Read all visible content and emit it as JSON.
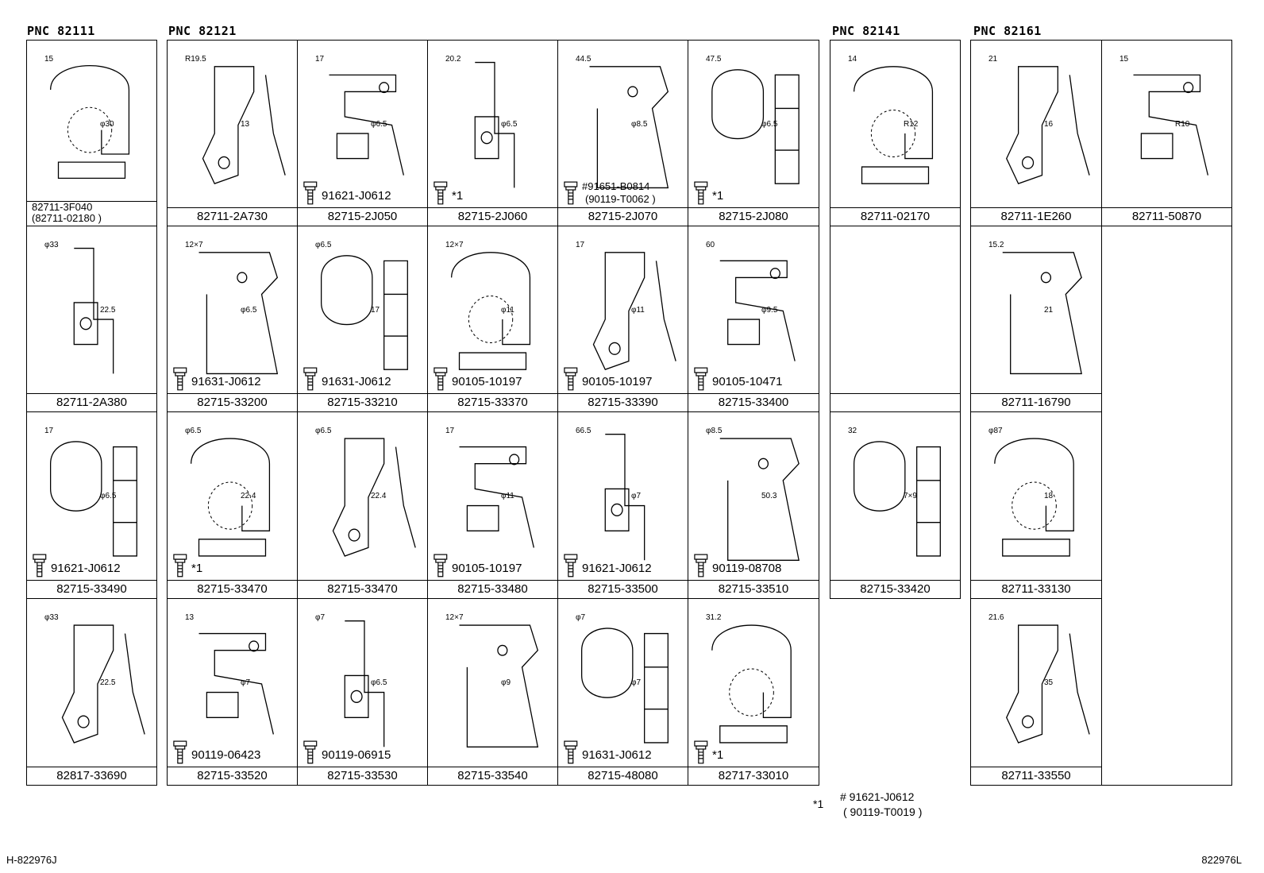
{
  "groups": [
    {
      "pnc": "PNC  82111"
    },
    {
      "pnc": "PNC  82121"
    },
    {
      "pnc": "PNC  82141"
    },
    {
      "pnc": "PNC  82161"
    }
  ],
  "cells": [
    {
      "part": "82711-3F040",
      "part2": "(82711-02180 )",
      "dims": [
        "15",
        "φ30"
      ],
      "bolt": ""
    },
    {
      "part": "82711-2A730",
      "dims": [
        "R19.5",
        "13"
      ],
      "bolt": ""
    },
    {
      "part": "82715-2J050",
      "dims": [
        "17",
        "φ6.5"
      ],
      "bolt": "91621-J0612"
    },
    {
      "part": "82715-2J060",
      "dims": [
        "20.2",
        "φ6.5"
      ],
      "bolt": "*1"
    },
    {
      "part": "82715-2J070",
      "dims": [
        "44.5",
        "φ8.5"
      ],
      "bolt": "#91651-B0814",
      "bolt2": "(90119-T0062 )"
    },
    {
      "part": "82715-2J080",
      "dims": [
        "47.5",
        "φ6.5"
      ],
      "bolt": "*1"
    },
    {
      "part": "82711-02170",
      "dims": [
        "14",
        "R12"
      ],
      "bolt": ""
    },
    {
      "part": "82711-1E260",
      "dims": [
        "21",
        "16"
      ],
      "bolt": ""
    },
    {
      "part": "82711-50870",
      "dims": [
        "15",
        "R10"
      ],
      "bolt": ""
    },
    {
      "part": "82711-2A380",
      "dims": [
        "φ33",
        "22.5"
      ],
      "bolt": ""
    },
    {
      "part": "82715-33200",
      "dims": [
        "12×7",
        "φ6.5"
      ],
      "bolt": "91631-J0612"
    },
    {
      "part": "82715-33210",
      "dims": [
        "φ6.5",
        "17"
      ],
      "bolt": "91631-J0612"
    },
    {
      "part": "82715-33370",
      "dims": [
        "12×7",
        "φ11"
      ],
      "bolt": "90105-10197"
    },
    {
      "part": "82715-33390",
      "dims": [
        "17",
        "φ11"
      ],
      "bolt": "90105-10197"
    },
    {
      "part": "82715-33400",
      "dims": [
        "60",
        "φ9.5"
      ],
      "bolt": "90105-10471"
    },
    {
      "part": "",
      "dims": [],
      "bolt": ""
    },
    {
      "part": "82711-16790",
      "dims": [
        "15.2",
        "21"
      ],
      "bolt": ""
    },
    {
      "part": "82715-33490",
      "dims": [
        "17",
        "φ6.5"
      ],
      "bolt": "91621-J0612"
    },
    {
      "part": "82715-33470",
      "dims": [
        "φ6.5",
        "22.4"
      ],
      "bolt": "*1"
    },
    {
      "part": "82715-33470",
      "dims": [
        "φ6.5",
        "22.4"
      ],
      "bolt": ""
    },
    {
      "part": "82715-33480",
      "dims": [
        "17",
        "φ11"
      ],
      "bolt": "90105-10197"
    },
    {
      "part": "82715-33500",
      "dims": [
        "66.5",
        "φ7"
      ],
      "bolt": "91621-J0612"
    },
    {
      "part": "82715-33510",
      "dims": [
        "φ8.5",
        "50.3"
      ],
      "bolt": "90119-08708"
    },
    {
      "part": "82715-33420",
      "dims": [
        "32",
        "7×9"
      ],
      "bolt": ""
    },
    {
      "part": "82711-33130",
      "dims": [
        "φ87",
        "18"
      ],
      "bolt": ""
    },
    {
      "part": "82817-33690",
      "dims": [
        "φ33",
        "22.5"
      ],
      "bolt": ""
    },
    {
      "part": "82715-33520",
      "dims": [
        "13",
        "φ7"
      ],
      "bolt": "90119-06423"
    },
    {
      "part": "82715-33530",
      "dims": [
        "φ7",
        "φ6.5"
      ],
      "bolt": "90119-06915"
    },
    {
      "part": "82715-33540",
      "dims": [
        "12×7",
        "φ9"
      ],
      "bolt": ""
    },
    {
      "part": "82715-48080",
      "dims": [
        "φ7",
        "φ7"
      ],
      "bolt": "91631-J0612"
    },
    {
      "part": "82717-33010",
      "dims": [
        "31.2"
      ],
      "bolt": "*1"
    },
    {
      "part": "82711-33550",
      "dims": [
        "21.6",
        "35"
      ],
      "bolt": ""
    }
  ],
  "footnote": {
    "mark": "*1",
    "line1": "# 91621-J0612",
    "line2": "( 90119-T0019   )"
  },
  "corner_left": "H-822976J",
  "corner_right": "822976L"
}
